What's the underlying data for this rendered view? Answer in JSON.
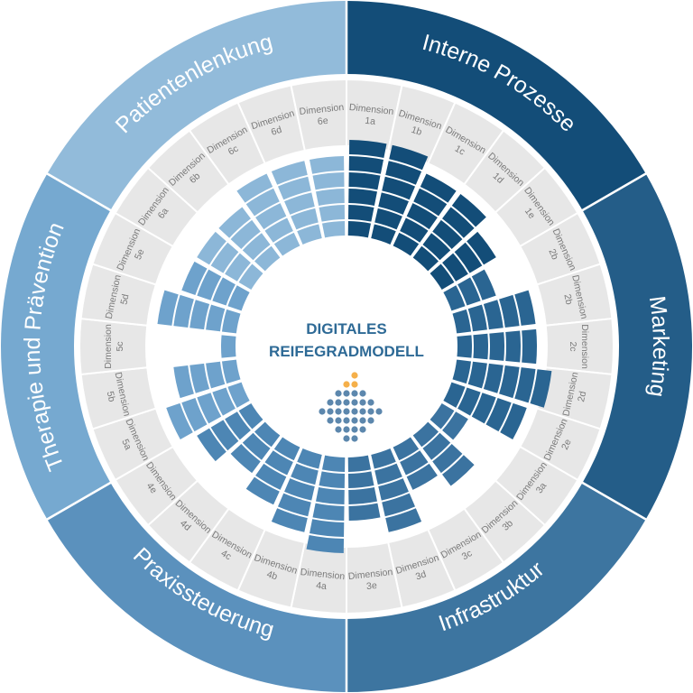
{
  "center": {
    "title_line1": "DIGITALES",
    "title_line2": "REIFEGRADMODELL"
  },
  "segments": [
    {
      "key": "1",
      "title": "Interne Prozesse",
      "color": "#134d78",
      "bar_color": "#134d78",
      "dimensions": [
        {
          "l1": "Dimension",
          "l2": "1a",
          "level": 6
        },
        {
          "l1": "Dimension",
          "l2": "1b",
          "level": 6
        },
        {
          "l1": "Dimension",
          "l2": "1c",
          "level": 5
        },
        {
          "l1": "Dimension",
          "l2": "1d",
          "level": 5
        },
        {
          "l1": "Dimension",
          "l2": "1e",
          "level": 4
        }
      ]
    },
    {
      "key": "2",
      "title": "Marketing",
      "color": "#245d88",
      "bar_color": "#2a6592",
      "dimensions": [
        {
          "l1": "Dimension",
          "l2": "2b",
          "level": 3
        },
        {
          "l1": "Dimension",
          "l2": "2b",
          "level": 5
        },
        {
          "l1": "Dimension",
          "l2": "2c",
          "level": 5
        },
        {
          "l1": "Dimension",
          "l2": "2d",
          "level": 6
        },
        {
          "l1": "Dimension",
          "l2": "2e",
          "level": 5
        }
      ]
    },
    {
      "key": "3",
      "title": "Infrastruktur",
      "color": "#3d75a0",
      "bar_color": "#3b73a0",
      "dimensions": [
        {
          "l1": "Dimension",
          "l2": "3a",
          "level": 2
        },
        {
          "l1": "Dimension",
          "l2": "3b",
          "level": 4
        },
        {
          "l1": "Dimension",
          "l2": "3c",
          "level": 3
        },
        {
          "l1": "Dimension",
          "l2": "3d",
          "level": 5
        },
        {
          "l1": "Dimension",
          "l2": "3e",
          "level": 4
        }
      ]
    },
    {
      "key": "4",
      "title": "Praxissteuerung",
      "color": "#5b91bd",
      "bar_color": "#4d86b4",
      "dimensions": [
        {
          "l1": "Dimension",
          "l2": "4a",
          "level": 6
        },
        {
          "l1": "Dimension",
          "l2": "4b",
          "level": 5
        },
        {
          "l1": "Dimension",
          "l2": "4c",
          "level": 4
        },
        {
          "l1": "Dimension",
          "l2": "4d",
          "level": 3
        },
        {
          "l1": "Dimension",
          "l2": "4e",
          "level": 4
        }
      ]
    },
    {
      "key": "5",
      "title": "Therapie und Prävention",
      "color": "#76a9d0",
      "bar_color": "#6ea2cc",
      "dimensions": [
        {
          "l1": "Dimension",
          "l2": "5a",
          "level": 5
        },
        {
          "l1": "Dimension",
          "l2": "5b",
          "level": 4
        },
        {
          "l1": "Dimension",
          "l2": "5c",
          "level": 1
        },
        {
          "l1": "Dimension",
          "l2": "5d",
          "level": 5
        },
        {
          "l1": "Dimension",
          "l2": "5e",
          "level": 4
        }
      ]
    },
    {
      "key": "6",
      "title": "Patientenlenkung",
      "color": "#92bbda",
      "bar_color": "#8cb7d8",
      "dimensions": [
        {
          "l1": "Dimension",
          "l2": "6a",
          "level": 4
        },
        {
          "l1": "Dimension",
          "l2": "6b",
          "level": 4
        },
        {
          "l1": "Dimension",
          "l2": "6c",
          "level": 5
        },
        {
          "l1": "Dimension",
          "l2": "6d",
          "level": 5
        },
        {
          "l1": "Dimension",
          "l2": "6e",
          "level": 5
        }
      ]
    }
  ],
  "colors": {
    "dimension_ring": "#e7e7e7",
    "dimension_text": "#7a7a7a",
    "center_text": "#2e6a96",
    "arrow_orange": "#f5b04a",
    "arrow_blue": "#5c87ad"
  },
  "icon": "arrow-dots-icon"
}
